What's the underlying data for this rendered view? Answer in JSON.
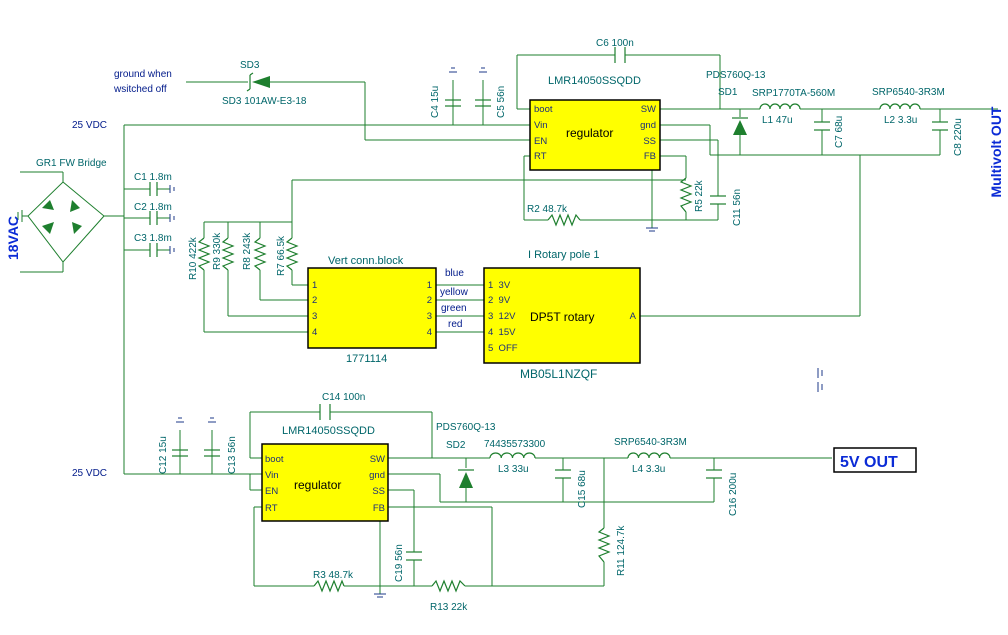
{
  "labels": {
    "ac_in": "18VAC",
    "bridge": "GR1 FW Bridge",
    "vdc_top": "25 VDC",
    "vdc_bot": "25 VDC",
    "ground_note_1": "ground when",
    "ground_note_2": "wsitched off",
    "sd3_ref": "SD3",
    "sd3_part": "SD3 101AW-E3-18",
    "multivolt_out": "Multivolt OUT",
    "out_5v": "5V OUT"
  },
  "capacitors": {
    "c1": "C1 1.8m",
    "c2": "C2 1.8m",
    "c3": "C3 1.8m",
    "c4": "C4 15u",
    "c5": "C5 56n",
    "c6": "C6 100n",
    "c7": "C7 68u",
    "c8": "C8 220u",
    "c11": "C11 56n",
    "c12": "C12 15u",
    "c13": "C13 56n",
    "c14": "C14 100n",
    "c15": "C15 68u",
    "c16": "C16 200u",
    "c19": "C19 56n"
  },
  "resistors": {
    "r2": "R2 48.7k",
    "r3": "R3 48.7k",
    "r5": "R5 22k",
    "r7": "R7 66.5k",
    "r8": "R8 243k",
    "r9": "R9 330k",
    "r10": "R10 422k",
    "r11": "R11 124.7k",
    "r13": "R13 22k"
  },
  "inductors": {
    "l1_part": "SRP1770TA-560M",
    "l1": "L1 47u",
    "l2_part": "SRP6540-3R3M",
    "l2": "L2 3.3u",
    "l3_part": "74435573300",
    "l3": "L3 33u",
    "l4_part": "SRP6540-3R3M",
    "l4": "L4 3.3u"
  },
  "diodes": {
    "sd1_part": "PDS760Q-13",
    "sd1": "SD1",
    "sd2_part": "PDS760Q-13",
    "sd2": "SD2"
  },
  "regulator_top": {
    "part": "LMR14050SSQDD",
    "name": "regulator",
    "pins_left": [
      "boot",
      "Vin",
      "EN",
      "RT"
    ],
    "pins_right": [
      "SW",
      "gnd",
      "SS",
      "FB"
    ]
  },
  "regulator_bot": {
    "part": "LMR14050SSQDD",
    "name": "regulator",
    "pins_left": [
      "boot",
      "Vin",
      "EN",
      "RT"
    ],
    "pins_right": [
      "SW",
      "gnd",
      "SS",
      "FB"
    ]
  },
  "connector": {
    "title": "Vert conn.block",
    "part": "1771114",
    "pins_left": [
      "1",
      "2",
      "3",
      "4"
    ],
    "pins_right": [
      "1",
      "2",
      "3",
      "4"
    ],
    "wires": [
      "blue",
      "yellow",
      "green",
      "red"
    ]
  },
  "rotary": {
    "title": "I Rotary pole 1",
    "name": "DP5T rotary",
    "part": "MB05L1NZQF",
    "positions": [
      "1  3V",
      "2  9V",
      "3  12V",
      "4  15V",
      "5  OFF"
    ],
    "common": "A"
  }
}
